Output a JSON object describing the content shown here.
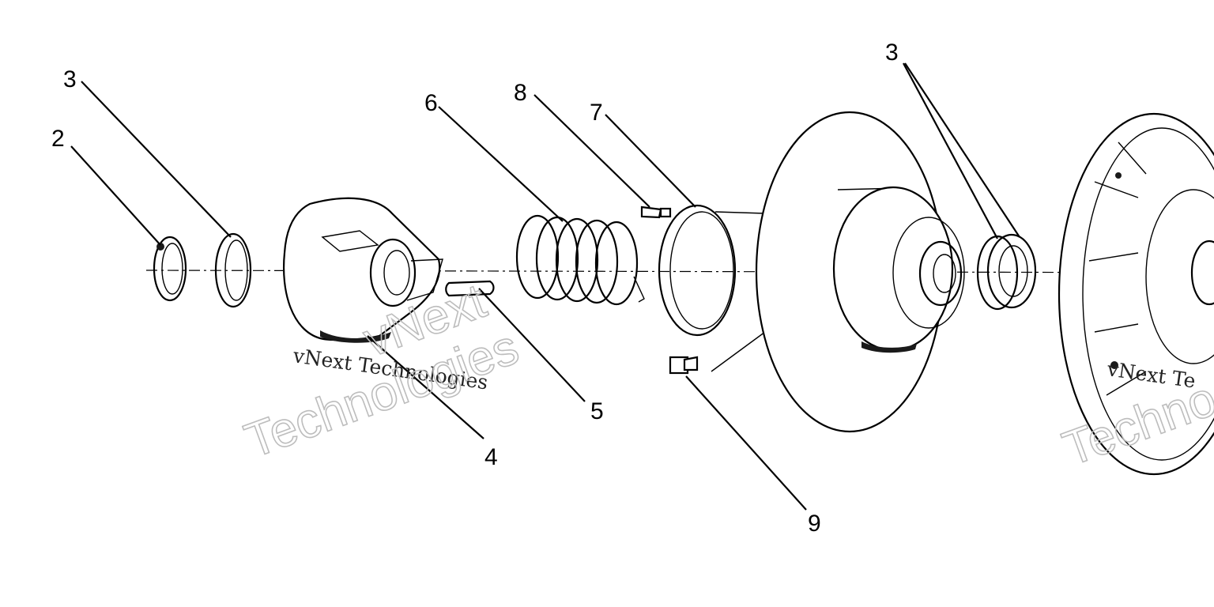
{
  "callouts": {
    "c2": "2",
    "c3_left": "3",
    "c3_right": "3",
    "c4": "4",
    "c5": "5",
    "c6": "6",
    "c7": "7",
    "c8": "8",
    "c9": "9"
  },
  "watermark": {
    "line": "vNext Technologies",
    "outline_top": "vNext",
    "outline_bottom": "Technologies",
    "line_right": "vNext Te",
    "outline_right": "Techno"
  }
}
